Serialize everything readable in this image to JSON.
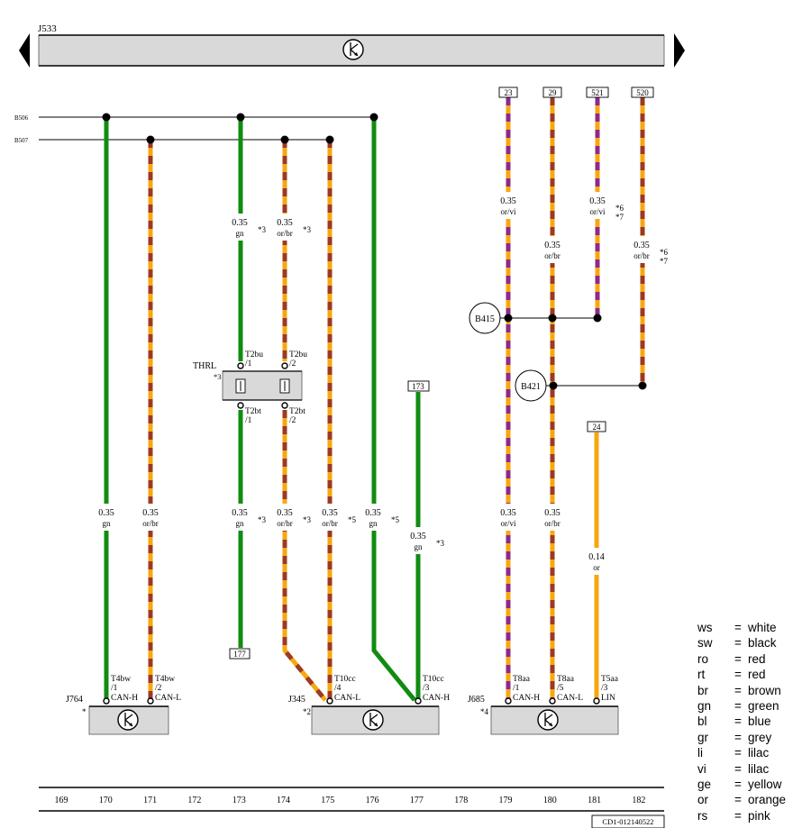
{
  "header": {
    "component": "J533"
  },
  "buses": [
    {
      "id": "bus-b506",
      "label": "B506"
    },
    {
      "id": "bus-b507",
      "label": "B507"
    }
  ],
  "refs_top": [
    "23",
    "29",
    "521",
    "520"
  ],
  "refs_mid": [
    "173",
    "24",
    "177"
  ],
  "splices": [
    "B415",
    "B421"
  ],
  "wire_specs": [
    {
      "id": "w170-lower",
      "size": "0.35",
      "color": "gn",
      "note": ""
    },
    {
      "id": "w171-lower",
      "size": "0.35",
      "color": "or/br",
      "note": ""
    },
    {
      "id": "w173-upper",
      "size": "0.35",
      "color": "gn",
      "note": "*3"
    },
    {
      "id": "w174-upper",
      "size": "0.35",
      "color": "or/br",
      "note": "*3"
    },
    {
      "id": "w173-lower",
      "size": "0.35",
      "color": "gn",
      "note": "*3"
    },
    {
      "id": "w174-lower",
      "size": "0.35",
      "color": "or/br",
      "note": "*3"
    },
    {
      "id": "w175-lower",
      "size": "0.35",
      "color": "or/br",
      "note": "*5"
    },
    {
      "id": "w176-lower",
      "size": "0.35",
      "color": "gn",
      "note": "*5"
    },
    {
      "id": "w177-lower",
      "size": "0.35",
      "color": "gn",
      "note": "*3"
    },
    {
      "id": "w179-upper",
      "size": "0.35",
      "color": "or/vi",
      "note": ""
    },
    {
      "id": "w181-upper",
      "size": "0.35",
      "color": "or/vi",
      "note": "*6 *7"
    },
    {
      "id": "w180-upper",
      "size": "0.35",
      "color": "or/br",
      "note": ""
    },
    {
      "id": "w182-upper",
      "size": "0.35",
      "color": "or/br",
      "note": "*6 *7"
    },
    {
      "id": "w179-lower",
      "size": "0.35",
      "color": "or/vi",
      "note": ""
    },
    {
      "id": "w180-lower",
      "size": "0.35",
      "color": "or/br",
      "note": ""
    },
    {
      "id": "w181-lower",
      "size": "0.14",
      "color": "or",
      "note": ""
    }
  ],
  "connector_thrl": {
    "label": "THRL",
    "note": "*3",
    "pins_top": [
      "T2bu /1",
      "T2bu /2"
    ],
    "pins_bottom": [
      "T2bt /1",
      "T2bt /2"
    ]
  },
  "modules": [
    {
      "id": "j764",
      "label": "J764",
      "note": "*",
      "pins": [
        {
          "code": "T4bw",
          "num": "/1",
          "signal": "CAN-H"
        },
        {
          "code": "T4bw",
          "num": "/2",
          "signal": "CAN-L"
        }
      ]
    },
    {
      "id": "j345",
      "label": "J345",
      "note": "*2",
      "pins": [
        {
          "code": "T10cc",
          "num": "/4",
          "signal": "CAN-L"
        },
        {
          "code": "T10cc",
          "num": "/3",
          "signal": "CAN-H"
        }
      ]
    },
    {
      "id": "j685",
      "label": "J685",
      "note": "*4",
      "pins": [
        {
          "code": "T8aa",
          "num": "/1",
          "signal": "CAN-H"
        },
        {
          "code": "T8aa",
          "num": "/5",
          "signal": "CAN-L"
        },
        {
          "code": "T5aa",
          "num": "/3",
          "signal": "LIN"
        }
      ]
    }
  ],
  "columns": [
    "169",
    "170",
    "171",
    "172",
    "173",
    "174",
    "175",
    "176",
    "177",
    "178",
    "179",
    "180",
    "181",
    "182"
  ],
  "footer_code": "CD1-012140522",
  "wire_colors": {
    "gn": "#118c11",
    "or": "#f7a70f",
    "br": "#9b3a24",
    "vi": "#8a2b8c"
  },
  "legend": [
    {
      "code": "ws",
      "name": "white"
    },
    {
      "code": "sw",
      "name": "black"
    },
    {
      "code": "ro",
      "name": "red"
    },
    {
      "code": "rt",
      "name": "red"
    },
    {
      "code": "br",
      "name": "brown"
    },
    {
      "code": "gn",
      "name": "green"
    },
    {
      "code": "bl",
      "name": "blue"
    },
    {
      "code": "gr",
      "name": "grey"
    },
    {
      "code": "li",
      "name": "lilac"
    },
    {
      "code": "vi",
      "name": "lilac"
    },
    {
      "code": "ge",
      "name": "yellow"
    },
    {
      "code": "or",
      "name": "orange"
    },
    {
      "code": "rs",
      "name": "pink"
    }
  ]
}
